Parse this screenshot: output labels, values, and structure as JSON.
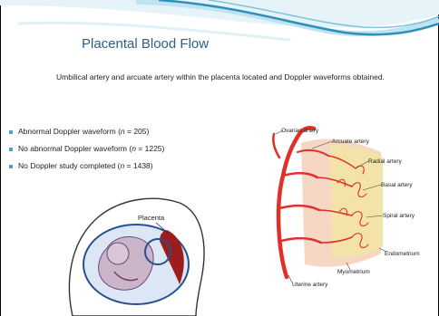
{
  "slide": {
    "title": "Placental Blood Flow",
    "intro": "Umbilical artery and arcuate artery within the placenta located and Doppler waveforms obtained.",
    "bullets": [
      {
        "text_before": "Abnormal Doppler waveform (",
        "n": "n",
        "text_after": " = 205)"
      },
      {
        "text_before": "No abnormal Doppler waveform (",
        "n": "n",
        "text_after": " = 1225)"
      },
      {
        "text_before": "No Doppler study completed (",
        "n": "n",
        "text_after": " = 1438)"
      }
    ]
  },
  "figure_left": {
    "label_placenta": "Placenta"
  },
  "figure_right": {
    "labels": {
      "ovarian": "Ovarian artery",
      "arcuate": "Arcuate artery",
      "radial": "Radial artery",
      "basal": "Basal artery",
      "spiral": "Spiral artery",
      "endometrium": "Endometrium",
      "myometrium": "Myometrium",
      "uterine": "Uterine artery"
    }
  },
  "colors": {
    "title": "#2e5f8a",
    "bullet": "#4aa3c8",
    "artery": "#e0302a",
    "endometrium": "#f3e3a8",
    "myometrium": "#f6d7c3",
    "wave_dark": "#2f8fb8",
    "wave_light": "#bfe3ef",
    "placenta": "#9b1d1d",
    "outline": "#2a4f8f"
  }
}
